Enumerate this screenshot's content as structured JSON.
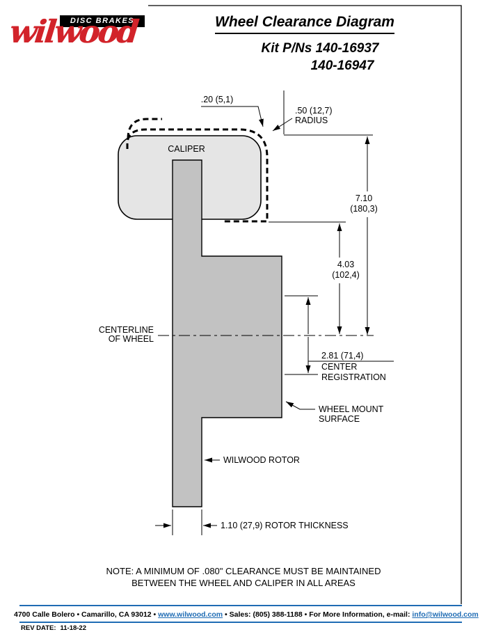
{
  "logo": {
    "script": "wilwood",
    "tagline": "DISC BRAKES"
  },
  "header": {
    "title": "Wheel Clearance Diagram",
    "kit_line1": "Kit P/Ns 140-16937",
    "kit_line2": "140-16947"
  },
  "diagram": {
    "labels": {
      "caliper": "CALIPER",
      "dim_clearance": ".20 (5,1)",
      "radius_value": ".50 (12,7)",
      "radius_word": "RADIUS",
      "dim_710_value": "7.10",
      "dim_710_mm": "(180,3)",
      "dim_403_value": "4.03",
      "dim_403_mm": "(102,4)",
      "centerline_1": "CENTERLINE",
      "centerline_2": "OF WHEEL",
      "center_reg_value": "2.81 (71,4)",
      "center_reg_1": "CENTER",
      "center_reg_2": "REGISTRATION",
      "wheel_mount_1": "WHEEL MOUNT",
      "wheel_mount_2": "SURFACE",
      "rotor": "WILWOOD ROTOR",
      "rotor_thickness": "1.10 (27,9) ROTOR THICKNESS"
    },
    "note_line1": "NOTE: A MINIMUM OF .080\" CLEARANCE MUST BE MAINTAINED",
    "note_line2": "BETWEEN THE WHEEL AND CALIPER IN ALL AREAS"
  },
  "footer": {
    "part1": "4700 Calle Bolero • Camarillo, CA 93012 • ",
    "link_web": "www.wilwood.com",
    "part2": " • Sales: (805) 388-1188 • For More Information, e-mail: ",
    "link_email": "info@wilwood.com",
    "rev_label": "REV DATE:",
    "rev_date": "11-18-22"
  },
  "colors": {
    "logo_red": "#d2232a",
    "footer_blue": "#1f6cb4",
    "caliper_gray": "#e5e5e5",
    "rotor_gray": "#c2c2c2"
  }
}
